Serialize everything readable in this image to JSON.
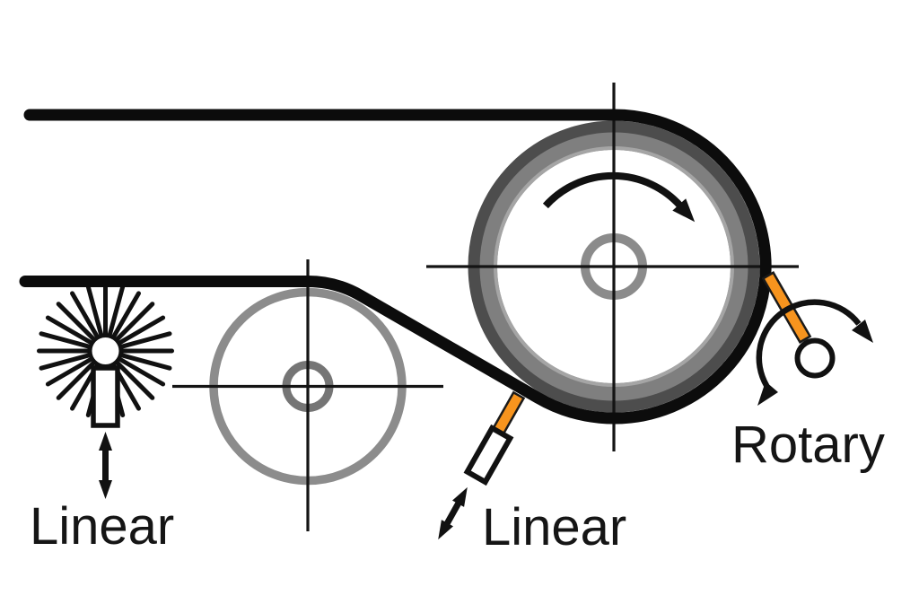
{
  "diagram": {
    "labels": {
      "left_actuator": "Linear",
      "center_actuator": "Linear",
      "right_actuator": "Rotary"
    },
    "colors": {
      "accent_orange": "#F7941E",
      "web_black": "#0C0C0C",
      "drum_ring_gray": "#7F7F7F",
      "drum_ring_dark": "#4D4D4D",
      "drum_ring_highlight": "#A5A5A5",
      "roller_gray": "#8C8C8C",
      "hub_gray": "#8B8B8B",
      "line_black": "#141414",
      "text": "#151515",
      "background": "#FFFFFF"
    },
    "icons": {
      "drum_rotation": "clockwise-arc-arrow",
      "left_motion": "vertical-double-headed-arrow",
      "center_motion": "diagonal-double-headed-arrow",
      "rotary_motion": "oscillation-arc-double-arrow",
      "brush": "starburst-brush"
    }
  }
}
